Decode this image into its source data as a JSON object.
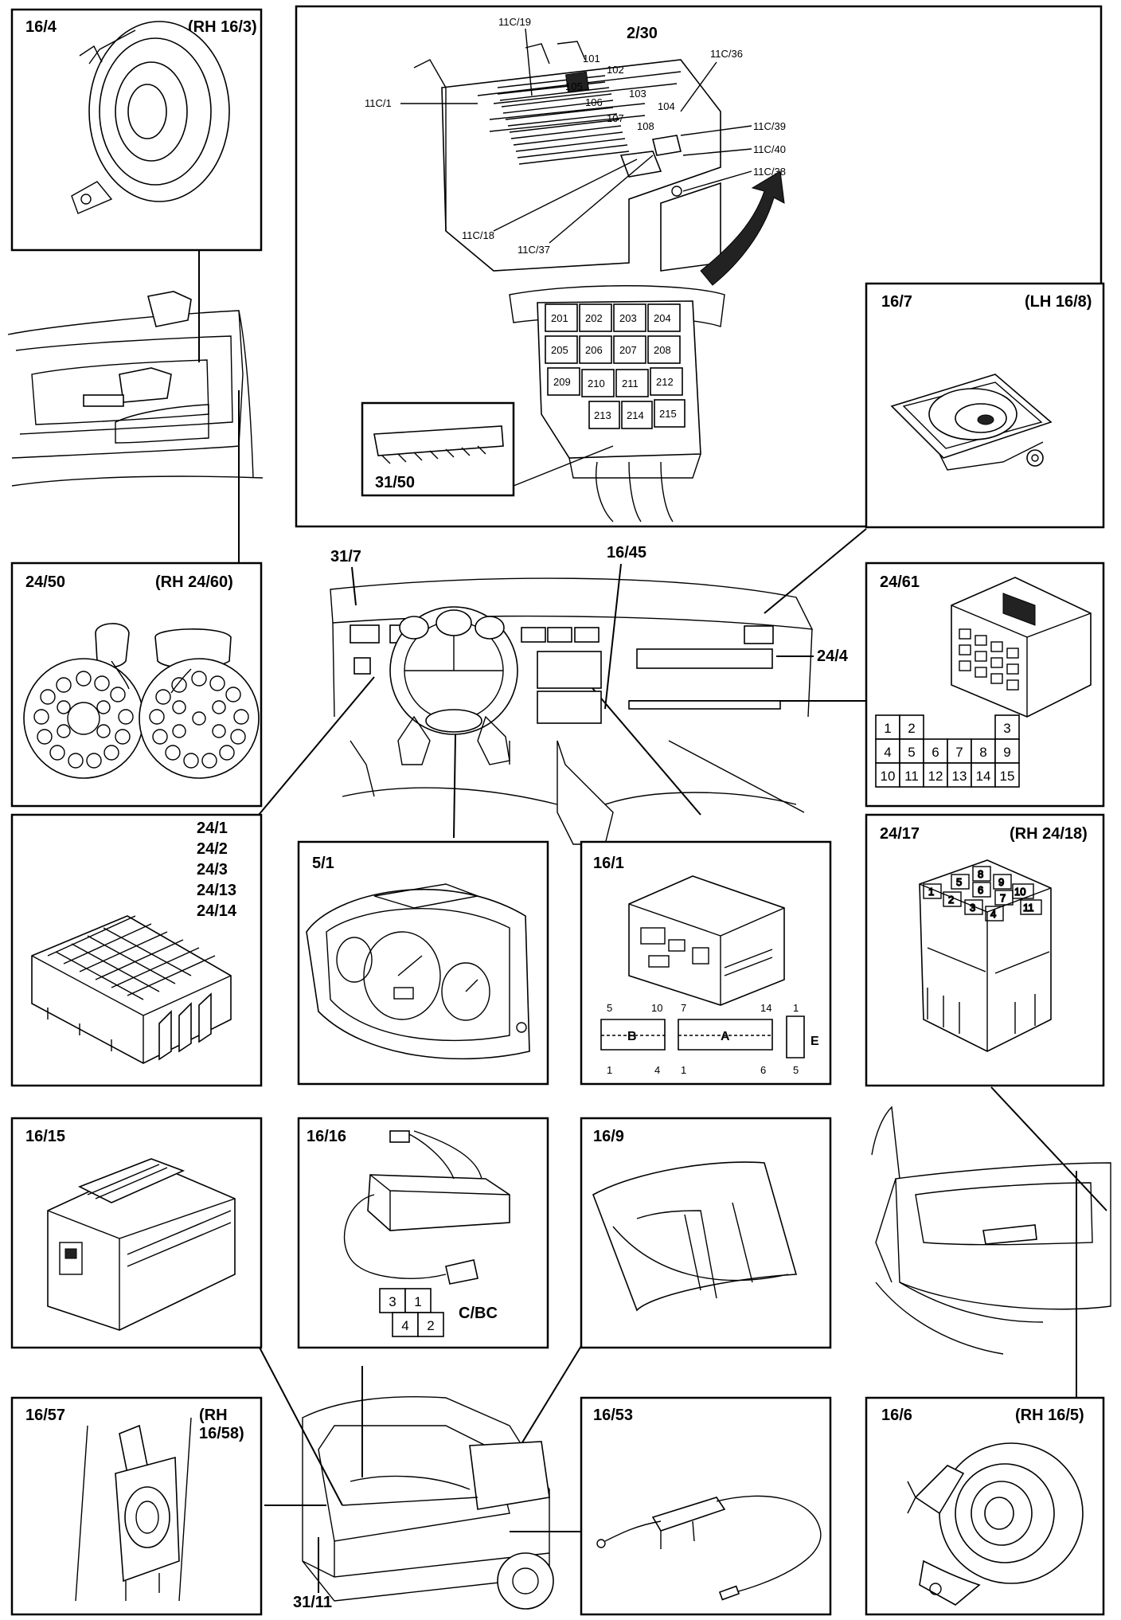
{
  "panels": {
    "p16_4": {
      "id": "16/4",
      "alt": "(RH 16/3)"
    },
    "p16_7": {
      "id": "16/7",
      "alt": "(LH 16/8)"
    },
    "p24_50": {
      "id": "24/50",
      "alt": "(RH 24/60)"
    },
    "p24_61": {
      "id": "24/61",
      "grid": [
        "1",
        "2",
        "3",
        "4",
        "5",
        "6",
        "7",
        "8",
        "9",
        "10",
        "11",
        "12",
        "13",
        "14",
        "15"
      ]
    },
    "p24_1": {
      "ids": [
        "24/1",
        "24/2",
        "24/3",
        "24/13",
        "24/14"
      ]
    },
    "p5_1": {
      "id": "5/1"
    },
    "p16_1": {
      "id": "16/1",
      "pins": {
        "b5": "5",
        "b10": "10",
        "a7": "7",
        "a14": "14",
        "e1": "1",
        "b1": "1",
        "b4": "4",
        "a1": "1",
        "a6": "6",
        "e5": "5",
        "B": "B",
        "A": "A",
        "E": "E"
      }
    },
    "p24_17": {
      "id": "24/17",
      "alt": "(RH 24/18)",
      "pins": [
        "1",
        "2",
        "3",
        "4",
        "5",
        "6",
        "7",
        "8",
        "9",
        "10",
        "11"
      ]
    },
    "p16_15": {
      "id": "16/15"
    },
    "p16_16": {
      "id": "16/16",
      "connector": "C/BC",
      "pins": [
        "3",
        "1",
        "4",
        "2"
      ]
    },
    "p16_9": {
      "id": "16/9"
    },
    "p16_57": {
      "id": "16/57",
      "alt1": "(RH",
      "alt2": "16/58)"
    },
    "p16_53": {
      "id": "16/53"
    },
    "p16_6": {
      "id": "16/6",
      "alt": "(RH 16/5)"
    },
    "fusebox": {
      "id": "2/30",
      "inset": "31/50",
      "callouts": [
        "11C/19",
        "11C/36",
        "11C/1",
        "11C/39",
        "11C/40",
        "11C/38",
        "11C/18",
        "11C/37"
      ],
      "relays_top": [
        "101",
        "102",
        "103",
        "104",
        "105",
        "106",
        "107",
        "108"
      ],
      "relays_lower": [
        "201",
        "202",
        "203",
        "204",
        "205",
        "206",
        "207",
        "208",
        "209",
        "210",
        "211",
        "212",
        "213",
        "214",
        "215"
      ]
    }
  },
  "callouts": {
    "c31_7": "31/7",
    "c16_45": "16/45",
    "c24_4": "24/4",
    "c31_11": "31/11"
  }
}
